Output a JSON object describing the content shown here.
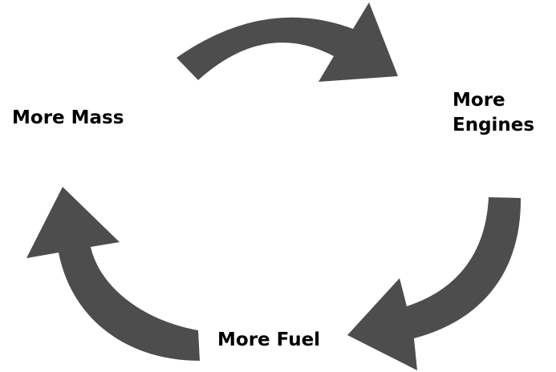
{
  "colors": {
    "arrow": "#4d4d4d",
    "text": "#000000"
  },
  "nodes": {
    "mass": "More Mass",
    "engines_line1": "More",
    "engines_line2": "Engines",
    "fuel": "More Fuel"
  },
  "edges": [
    {
      "from": "More Mass",
      "to": "More Engines"
    },
    {
      "from": "More Engines",
      "to": "More Fuel"
    },
    {
      "from": "More Fuel",
      "to": "More Mass"
    }
  ]
}
